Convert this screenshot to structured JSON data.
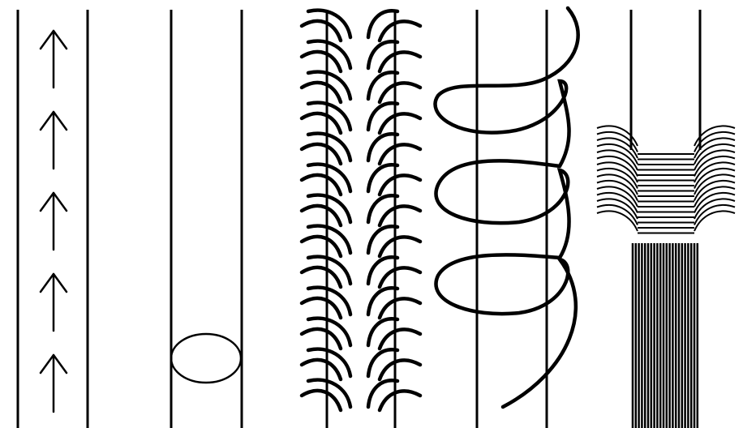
{
  "panels": [
    {
      "id": "arrows",
      "arrow_count": 5
    },
    {
      "id": "ellipse"
    },
    {
      "id": "fishbone",
      "hook_rows": 13
    },
    {
      "id": "loops",
      "loop_count": 3
    },
    {
      "id": "brush"
    }
  ],
  "colors": {
    "ink": "#000000",
    "background": "#ffffff"
  }
}
